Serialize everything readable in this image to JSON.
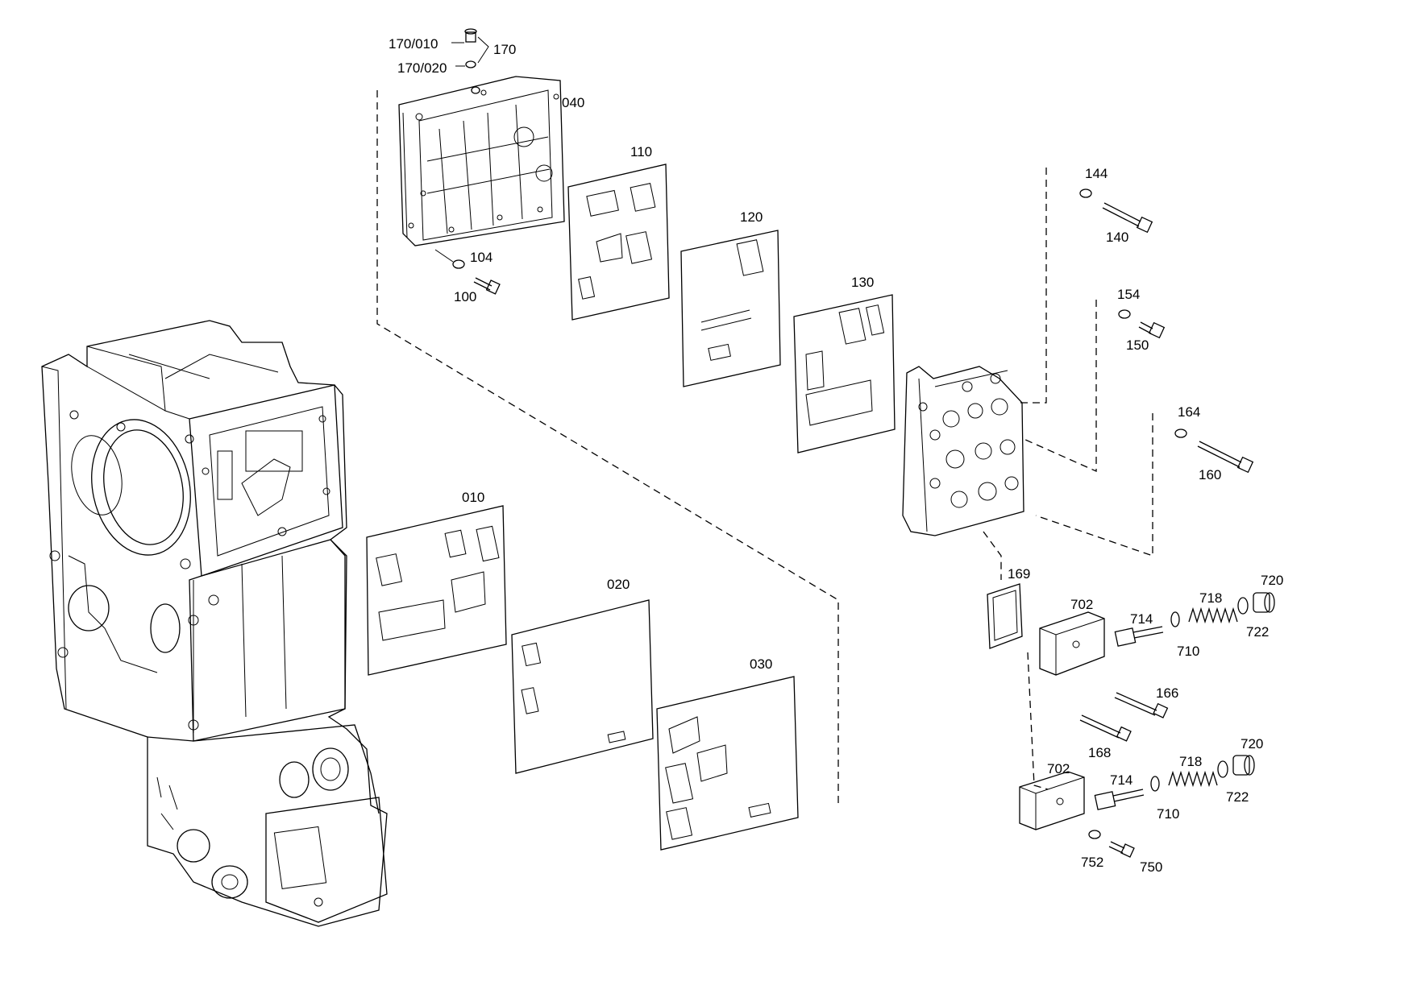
{
  "labels": {
    "p170_010": "170/010",
    "p170": "170",
    "p170_020": "170/020",
    "p040": "040",
    "p110": "110",
    "p120": "120",
    "p130": "130",
    "p104": "104",
    "p100": "100",
    "p144": "144",
    "p140": "140",
    "p154": "154",
    "p150": "150",
    "p164": "164",
    "p160": "160",
    "p010": "010",
    "p020": "020",
    "p030": "030",
    "p169": "169",
    "p702a": "702",
    "p714a": "714",
    "p718a": "718",
    "p720a": "720",
    "p710a": "710",
    "p722a": "722",
    "p166": "166",
    "p168": "168",
    "p702b": "702",
    "p714b": "714",
    "p718b": "718",
    "p720b": "720",
    "p710b": "710",
    "p722b": "722",
    "p752": "752",
    "p750": "750"
  }
}
